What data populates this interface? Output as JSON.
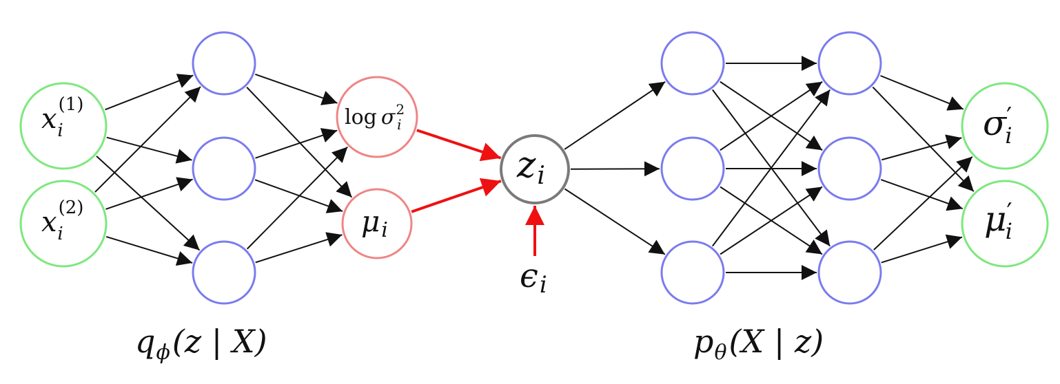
{
  "colors": {
    "input_node": "#7de87d",
    "hidden_node": "#7b7bef",
    "latent_param_node": "#ef8585",
    "latent_node": "#7a7a7a",
    "output_node": "#7de87d",
    "edge": "#111111",
    "reparam_edge": "#ee1111"
  },
  "labels": {
    "x1_base": "x",
    "x1_sub": "i",
    "x1_sup": "(1)",
    "x2_base": "x",
    "x2_sub": "i",
    "x2_sup": "(2)",
    "logsigma_log": "log",
    "logsigma_base": "σ",
    "logsigma_sub": "i",
    "logsigma_sup": "2",
    "mu_base": "μ",
    "mu_sub": "i",
    "z_base": "z",
    "z_sub": "i",
    "eps_base": "ϵ",
    "eps_sub": "i",
    "sigma_out_base": "σ",
    "sigma_out_prime": "′",
    "sigma_out_sub": "i",
    "mu_out_base": "μ",
    "mu_out_prime": "′",
    "mu_out_sub": "i",
    "encoder_q": "q",
    "encoder_sub": "ϕ",
    "encoder_args": "(z | X)",
    "decoder_p": "p",
    "decoder_sub": "θ",
    "decoder_args": "(X | z)"
  }
}
